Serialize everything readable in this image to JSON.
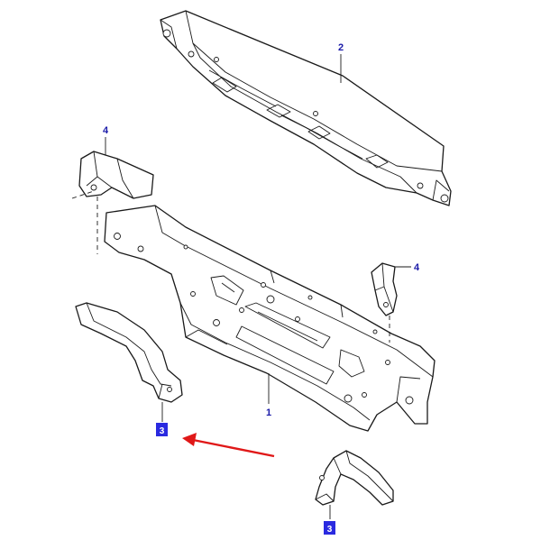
{
  "callouts": {
    "part1": "1",
    "part2": "2",
    "part4_left": "4",
    "part4_right": "4",
    "part3_left": "3",
    "part3_right": "3"
  },
  "colors": {
    "line": "#1a1a1a",
    "callout_text": "#1a1aa8",
    "callout_box": "#2a2ae0",
    "arrow": "#e01818"
  }
}
